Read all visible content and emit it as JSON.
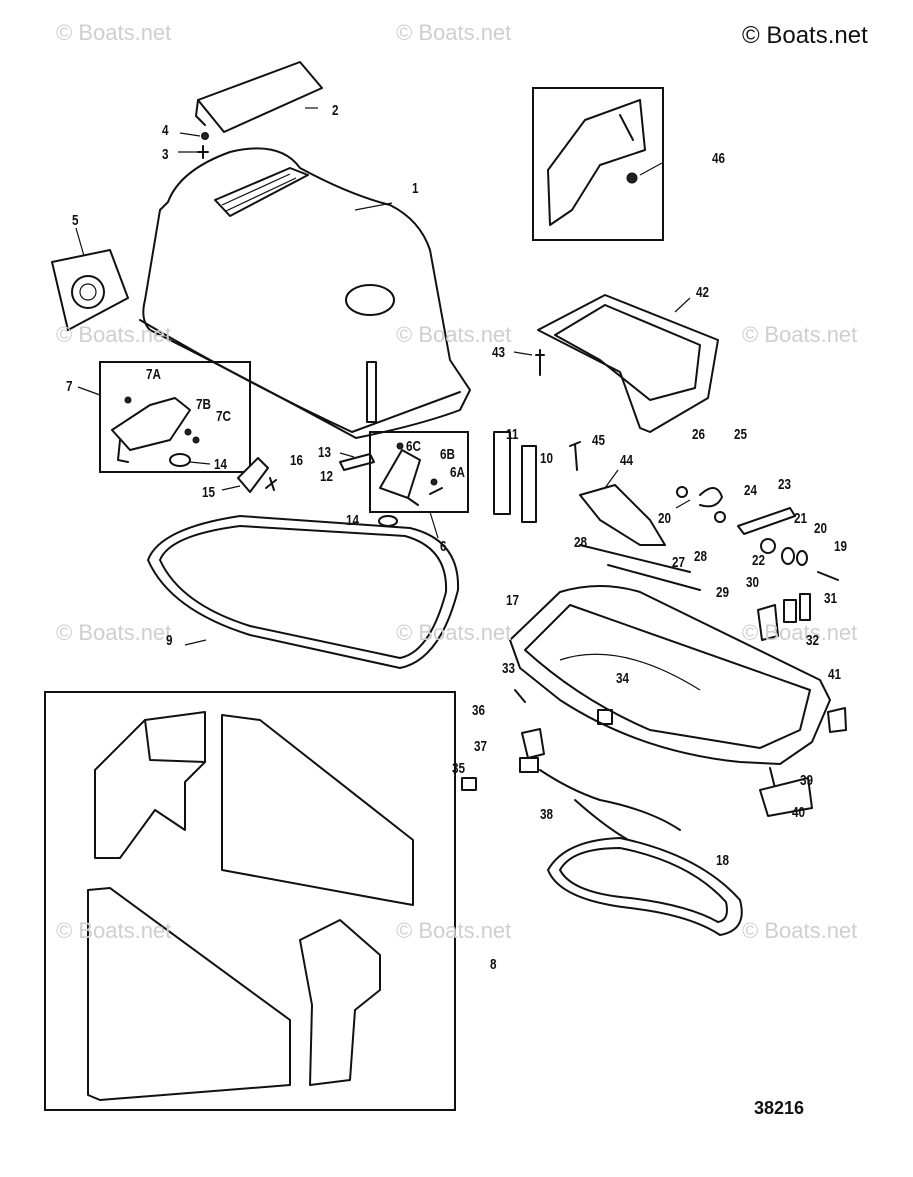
{
  "brand": "© Boats.net",
  "watermark": "© Boats.net",
  "reference_number": "38216",
  "callouts": {
    "c1": "1",
    "c2": "2",
    "c3": "3",
    "c4": "4",
    "c5": "5",
    "c6": "6",
    "c6a": "6A",
    "c6b": "6B",
    "c6c": "6C",
    "c7": "7",
    "c7a": "7A",
    "c7b": "7B",
    "c7c": "7C",
    "c8": "8",
    "c9": "9",
    "c10": "10",
    "c11": "11",
    "c12": "12",
    "c13": "13",
    "c14a": "14",
    "c14b": "14",
    "c15": "15",
    "c16": "16",
    "c17": "17",
    "c18": "18",
    "c19": "19",
    "c20a": "20",
    "c20b": "20",
    "c21": "21",
    "c22": "22",
    "c23": "23",
    "c24": "24",
    "c25": "25",
    "c26": "26",
    "c27": "27",
    "c28a": "28",
    "c28b": "28",
    "c29": "29",
    "c30": "30",
    "c31": "31",
    "c32": "32",
    "c33": "33",
    "c34": "34",
    "c35": "35",
    "c36": "36",
    "c37": "37",
    "c38": "38",
    "c39": "39",
    "c40": "40",
    "c41": "41",
    "c42": "42",
    "c43": "43",
    "c44": "44",
    "c45": "45",
    "c46": "46"
  }
}
